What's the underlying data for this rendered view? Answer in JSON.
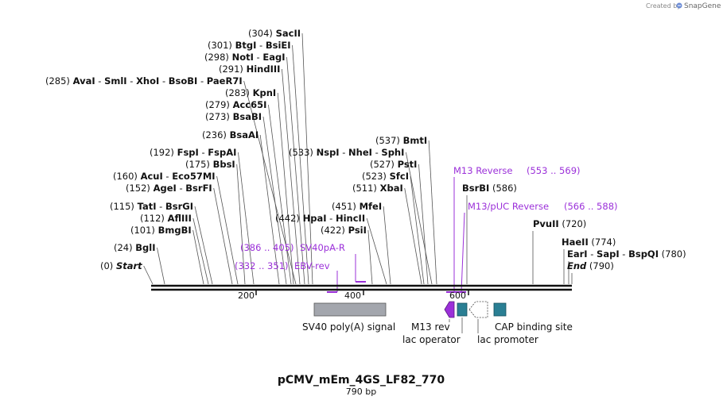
{
  "credit": {
    "text": "Created by",
    "brand": "SnapGene"
  },
  "plasmid": {
    "name": "pCMV_mEm_4GS_LF82_770",
    "length": "790 bp"
  },
  "ruler": {
    "ticks": [
      "200",
      "400",
      "600"
    ]
  },
  "site_rows": [
    {
      "pos": "(304)",
      "enzymes": [
        "SacII"
      ]
    },
    {
      "pos": "(301)",
      "enzymes": [
        "BtgI",
        "BsiEI"
      ]
    },
    {
      "pos": "(298)",
      "enzymes": [
        "NotI",
        "EagI"
      ]
    },
    {
      "pos": "(291)",
      "enzymes": [
        "HindIII"
      ]
    },
    {
      "pos": "(285)",
      "enzymes": [
        "AvaI",
        "SmlI",
        "XhoI",
        "BsoBI",
        "PaeR7I"
      ]
    },
    {
      "pos": "(283)",
      "enzymes": [
        "KpnI"
      ]
    },
    {
      "pos": "(279)",
      "enzymes": [
        "Acc65I"
      ]
    },
    {
      "pos": "(273)",
      "enzymes": [
        "BsaBI"
      ]
    },
    {
      "pos": "(236)",
      "enzymes": [
        "BsaAI"
      ]
    },
    {
      "pos": "(192)",
      "enzymes": [
        "FspI",
        "FspAI"
      ]
    },
    {
      "pos": "(175)",
      "enzymes": [
        "BbsI"
      ]
    },
    {
      "pos": "(160)",
      "enzymes": [
        "AcuI",
        "Eco57MI"
      ]
    },
    {
      "pos": "(152)",
      "enzymes": [
        "AgeI",
        "BsrFI"
      ]
    },
    {
      "pos": "(115)",
      "enzymes": [
        "TatI",
        "BsrGI"
      ]
    },
    {
      "pos": "(112)",
      "enzymes": [
        "AflIII"
      ]
    },
    {
      "pos": "(101)",
      "enzymes": [
        "BmgBI"
      ]
    },
    {
      "pos": "(24)",
      "enzymes": [
        "BglI"
      ]
    },
    {
      "pos": "(0)",
      "enzymes": [
        "Start"
      ]
    },
    {
      "pos": "(537)",
      "enzymes": [
        "BmtI"
      ]
    },
    {
      "pos": "(533)",
      "enzymes": [
        "NspI",
        "NheI",
        "SphI"
      ]
    },
    {
      "pos": "(527)",
      "enzymes": [
        "PstI"
      ]
    },
    {
      "pos": "(523)",
      "enzymes": [
        "SfcI"
      ]
    },
    {
      "pos": "(511)",
      "enzymes": [
        "XbaI"
      ]
    },
    {
      "pos": "(451)",
      "enzymes": [
        "MfeI"
      ]
    },
    {
      "pos": "(442)",
      "enzymes": [
        "HpaI",
        "HincII"
      ]
    },
    {
      "pos": "(422)",
      "enzymes": [
        "PsiI"
      ]
    },
    {
      "pos": "(586)",
      "enzymes": [
        "BsrBI"
      ]
    },
    {
      "pos": "(720)",
      "enzymes": [
        "PvuII"
      ]
    },
    {
      "pos": "(774)",
      "enzymes": [
        "HaeII"
      ]
    },
    {
      "pos": "(780)",
      "enzymes": [
        "EarI",
        "SapI",
        "BspQI"
      ]
    },
    {
      "pos": "(790)",
      "enzymes": [
        "End"
      ]
    }
  ],
  "primers": [
    {
      "range": "(386 .. 405)",
      "name": "SV40pA-R"
    },
    {
      "range": "(332 .. 351)",
      "name": "EBV-rev"
    },
    {
      "range": "(553 .. 569)",
      "name": "M13 Reverse"
    },
    {
      "range": "(566 .. 588)",
      "name": "M13/pUC Reverse"
    }
  ],
  "features": [
    {
      "name": "SV40 poly(A) signal",
      "color": "#a3a6ad"
    },
    {
      "name": "M13 rev",
      "color": "#9b30d9"
    },
    {
      "name": "lac operator",
      "color": "#2a7f94"
    },
    {
      "name": "lac promoter",
      "color": "#ffffff"
    },
    {
      "name": "CAP binding site",
      "color": "#2a7f94"
    }
  ]
}
